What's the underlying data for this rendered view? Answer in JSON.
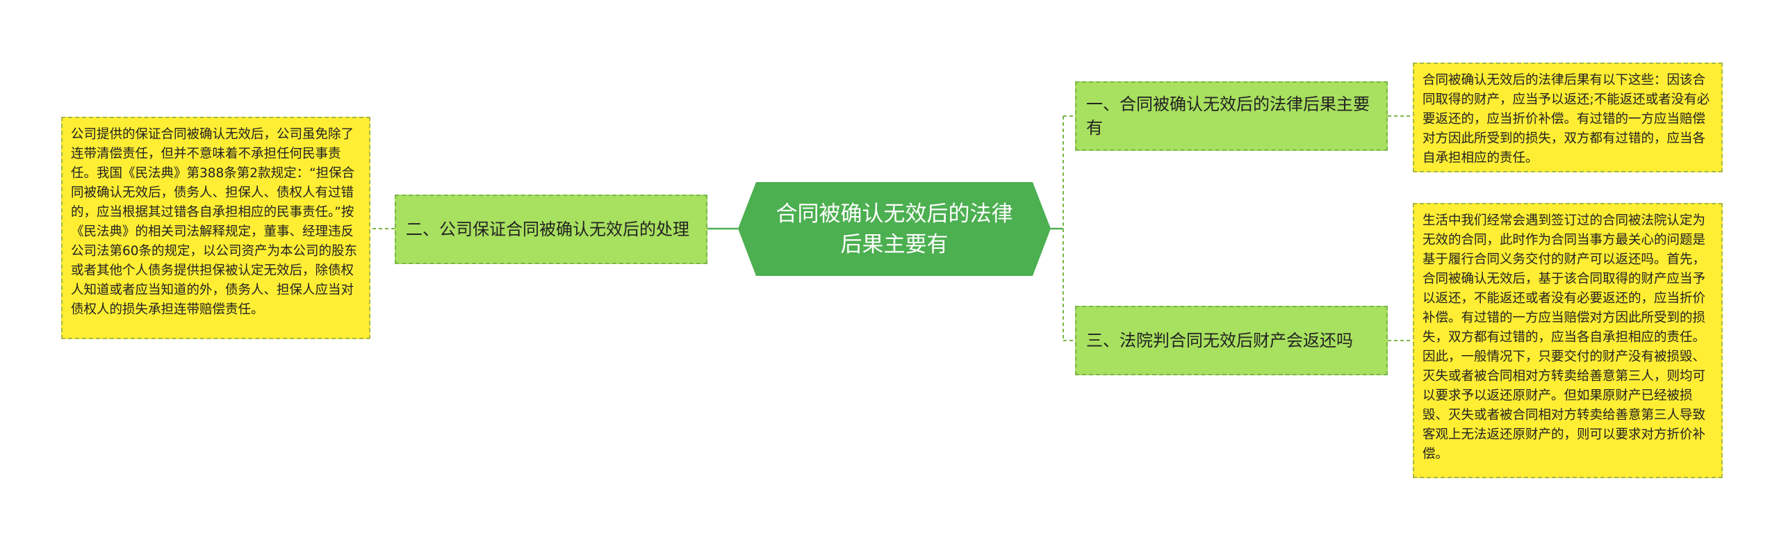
{
  "diagram": {
    "center": {
      "text": "合同被确认无效后的法律后果主要有"
    },
    "branches": {
      "left": {
        "text": "二、公司保证合同被确认无效后的处理"
      },
      "right_top": {
        "text": "一、合同被确认无效后的法律后果主要有"
      },
      "right_bottom": {
        "text": "三、法院判合同无效后财产会返还吗"
      }
    },
    "leaves": {
      "left": {
        "text": "公司提供的保证合同被确认无效后，公司虽免除了连带清偿责任，但并不意味着不承担任何民事责任。我国《民法典》第388条第2款规定：“担保合同被确认无效后，债务人、担保人、债权人有过错的，应当根据其过错各自承担相应的民事责任。”按《民法典》的相关司法解释规定，董事、经理违反公司法第60条的规定，以公司资产为本公司的股东或者其他个人债务提供担保被认定无效后，除债权人知道或者应当知道的外，债务人、担保人应当对债权人的损失承担连带赔偿责任。"
      },
      "right_top": {
        "text": "合同被确认无效后的法律后果有以下这些：因该合同取得的财产，应当予以返还;不能返还或者没有必要返还的，应当折价补偿。有过错的一方应当赔偿对方因此所受到的损失，双方都有过错的，应当各自承担相应的责任。"
      },
      "right_bottom": {
        "text": "生活中我们经常会遇到签订过的合同被法院认定为无效的合同，此时作为合同当事方最关心的问题是基于履行合同义务交付的财产可以返还吗。首先，合同被确认无效后，基于该合同取得的财产应当予以返还，不能返还或者没有必要返还的，应当折价补偿。有过错的一方应当赔偿对方因此所受到的损失，双方都有过错的，应当各自承担相应的责任。因此，一般情况下，只要交付的财产没有被损毁、灭失或者被合同相对方转卖给善意第三人，则均可以要求予以返还原财产。但如果原财产已经被损毁、灭失或者被合同相对方转卖给善意第三人导致客观上无法返还原财产的，则可以要求对方折价补偿。"
      }
    },
    "colors": {
      "center_fill": "#4caf50",
      "branch_fill": "#a8e05f",
      "leaf_fill": "#ffee33",
      "connector": "#4caf50"
    }
  }
}
